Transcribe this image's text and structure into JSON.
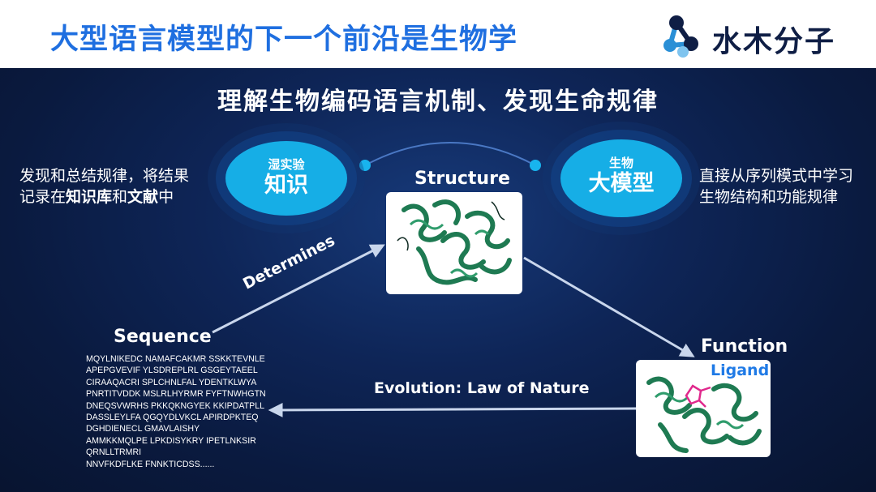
{
  "header": {
    "title": "大型语言模型的下一个前沿是生物学",
    "logo_text": "水木分子"
  },
  "subtitle": "理解生物编码语言机制、发现生命规律",
  "left_oval": {
    "small": "湿实验",
    "big": "知识"
  },
  "right_oval": {
    "small": "生物",
    "big": "大模型"
  },
  "left_text": {
    "line1": "发现和总结规律，将结果",
    "line2_a": "记录在",
    "line2_b": "知识库",
    "line2_c": "和",
    "line2_d": "文献",
    "line2_e": "中"
  },
  "right_text": {
    "line1": "直接从序列模式中学习",
    "line2": "生物结构和功能规律"
  },
  "nodes": {
    "structure": "Structure",
    "sequence": "Sequence",
    "function": "Function",
    "ligand": "Ligand"
  },
  "edges": {
    "determines": "Determines",
    "evolution": "Evolution: Law of Nature"
  },
  "sequence_text": "MQYLNIKEDC NAMAFCAKMR SSKKTEVNLE\nAPEPGVEVIF YLSDREPLRL GSGEYTAEEL\nCIRAAQACRI SPLCHNLFAL YDENTKLWYA\nPNRTITVDDK MSLRLHYRMR FYFTNWHGTN\nDNEQSVWRHS PKKQKNGYEK KKIPDATPLL\nDASSLEYLFA QGQYDLVKCL APIRDPKTEQ\nDGHDIENECL GMAVLAISHY\nAMMKKMQLPE LPKDISYKRY IPETLNKSIR\nQRNLLTRMRI\nNNVFKDFLKE FNNKTICDSS......",
  "colors": {
    "title_blue": "#1f6fe0",
    "oval_cyan": "#16aee6",
    "protein_green": "#1e7a52",
    "ligand_pink": "#e0288c",
    "ligand_label": "#1f7ae6"
  },
  "icons": {
    "logo": "molecule-logo-icon",
    "structure_image": "protein-structure-icon",
    "function_image": "protein-ligand-complex-icon"
  }
}
